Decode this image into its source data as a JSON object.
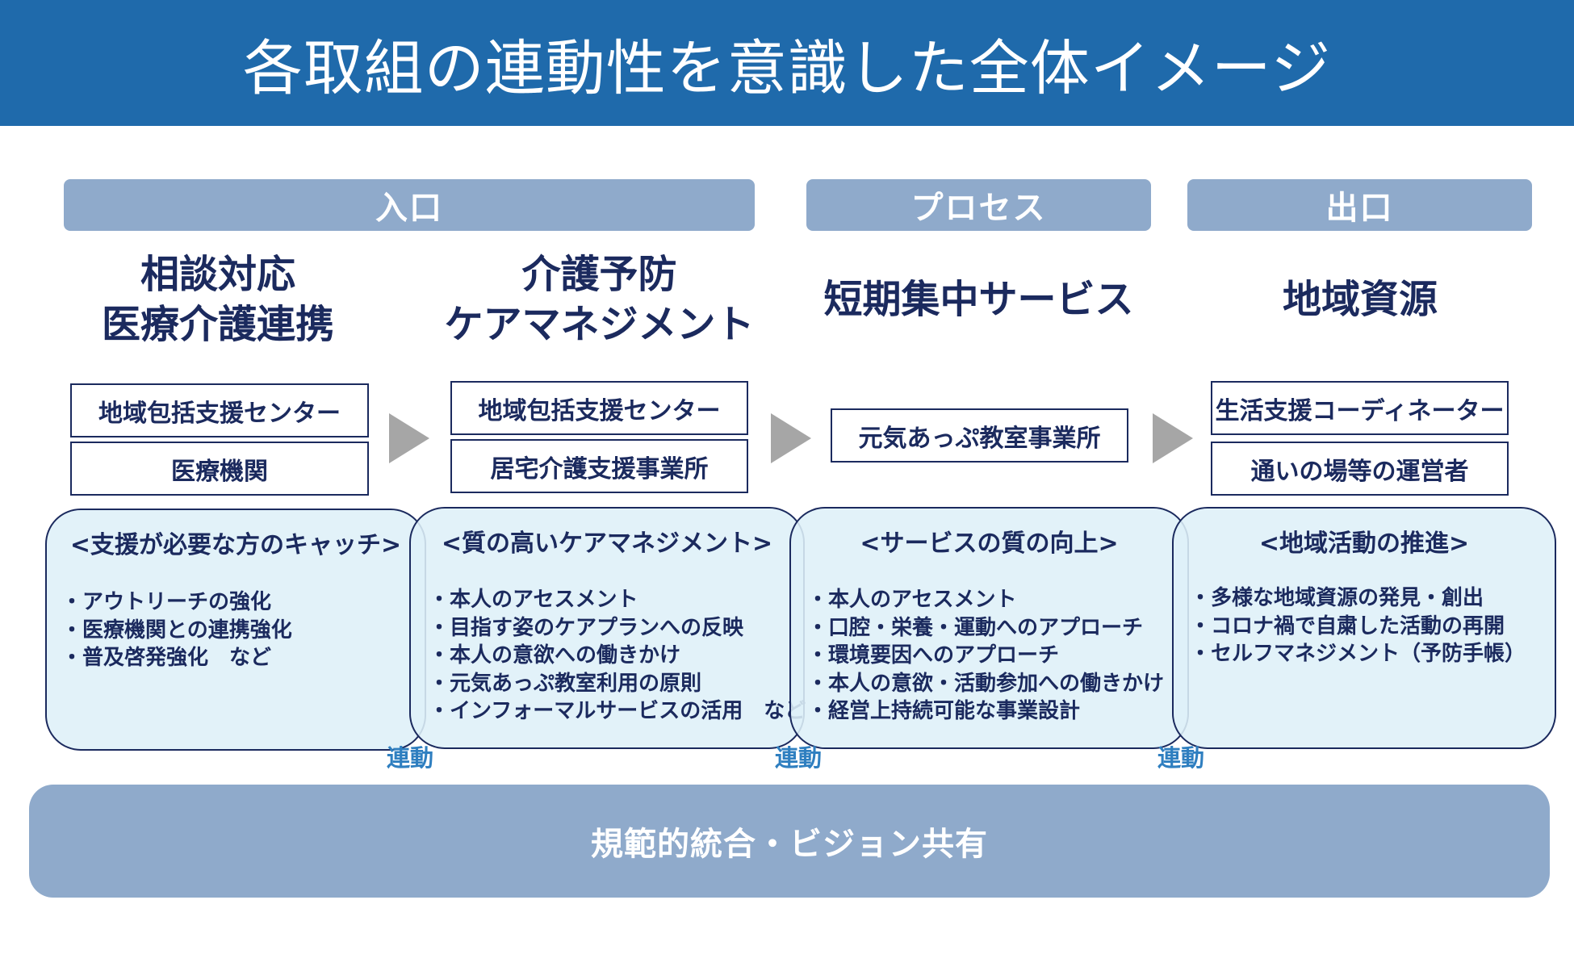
{
  "title": "各取組の連動性を意識した全体イメージ",
  "phases": [
    {
      "label": "入口"
    },
    {
      "label": "プロセス"
    },
    {
      "label": "出口"
    }
  ],
  "columns": [
    {
      "title_lines": [
        "相談対応",
        "医療介護連携"
      ],
      "boxes": [
        "地域包括支援センター",
        "医療機関"
      ],
      "panel": {
        "heading": "<支援が必要な方のキャッチ>",
        "items": [
          "アウトリーチの強化",
          "医療機関との連携強化",
          "普及啓発強化　など"
        ]
      }
    },
    {
      "title_lines": [
        "介護予防",
        "ケアマネジメント"
      ],
      "boxes": [
        "地域包括支援センター",
        "居宅介護支援事業所"
      ],
      "panel": {
        "heading": "<質の高いケアマネジメント>",
        "items": [
          "本人のアセスメント",
          "目指す姿のケアプランへの反映",
          "本人の意欲への働きかけ",
          "元気あっぷ教室利用の原則",
          "インフォーマルサービスの活用　など"
        ]
      }
    },
    {
      "title_lines": [
        "短期集中サービス"
      ],
      "boxes": [
        "元気あっぷ教室事業所"
      ],
      "panel": {
        "heading": "<サービスの質の向上>",
        "items": [
          "本人のアセスメント",
          "口腔・栄養・運動へのアプローチ",
          "環境要因へのアプローチ",
          "本人の意欲・活動参加への働きかけ",
          "経営上持続可能な事業設計"
        ]
      }
    },
    {
      "title_lines": [
        "地域資源"
      ],
      "boxes": [
        "生活支援コーディネーター",
        "通いの場等の運営者"
      ],
      "panel": {
        "heading": "<地域活動の推進>",
        "items": [
          "多様な地域資源の発見・創出",
          "コロナ禍で自粛した活動の再開",
          "セルフマネジメント（予防手帳）"
        ]
      }
    }
  ],
  "link_label": "連動",
  "foundation": "規範的統合・ビジョン共有",
  "colors": {
    "title_bar": "#1f6aab",
    "phase_bar": "#8faacb",
    "navy_text": "#1b2a5e",
    "panel_fill": "#def0f8",
    "link_text": "#2f7fc0",
    "arrow": "#a6a6a6"
  }
}
